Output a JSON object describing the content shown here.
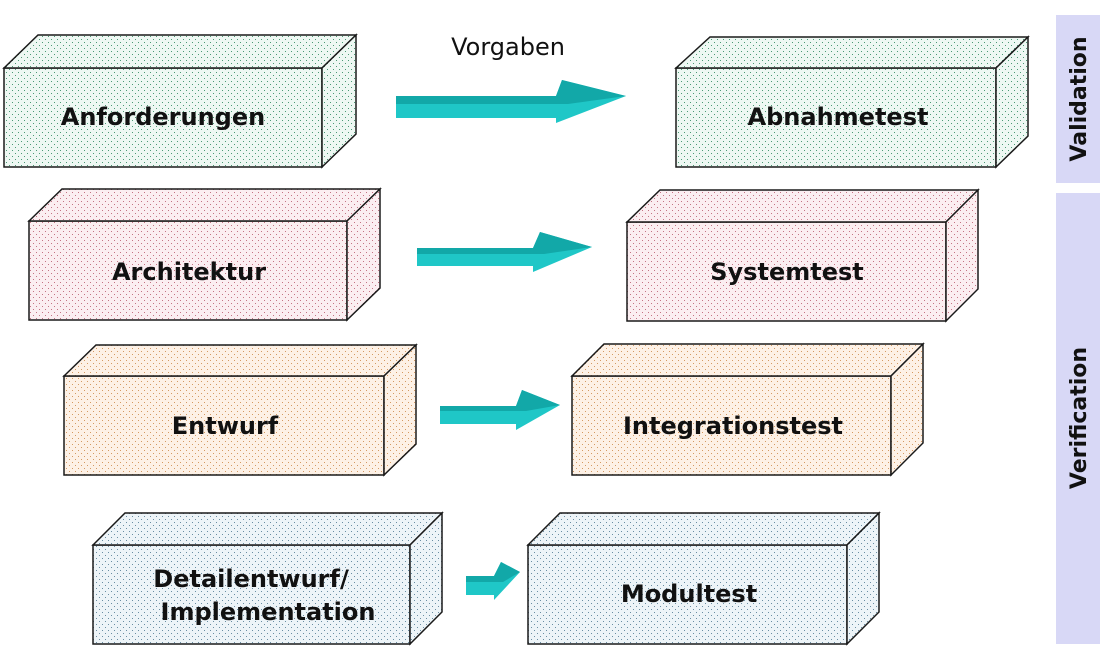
{
  "colors": {
    "green": "#d6efe4",
    "red": "#f7dbe1",
    "orange": "#fbe3cf",
    "blue": "#d9e8f0",
    "arrow": "#17c0c0",
    "side_band": "#d8d8f6"
  },
  "annotation": {
    "vorgaben": "Vorgaben"
  },
  "rows": [
    {
      "left": {
        "label": "Anforderungen",
        "color": "green"
      },
      "right": {
        "label": "Abnahmetest",
        "color": "green"
      }
    },
    {
      "left": {
        "label": "Architektur",
        "color": "red"
      },
      "right": {
        "label": "Systemtest",
        "color": "red"
      }
    },
    {
      "left": {
        "label": "Entwurf",
        "color": "orange"
      },
      "right": {
        "label": "Integrationstest",
        "color": "orange"
      }
    },
    {
      "left": {
        "label_lines": [
          "Detailentwurf/",
          "Implementation"
        ],
        "color": "blue"
      },
      "right": {
        "label": "Modultest",
        "color": "blue"
      }
    }
  ],
  "side_labels": {
    "validation": "Validation",
    "verification": "Verification"
  }
}
